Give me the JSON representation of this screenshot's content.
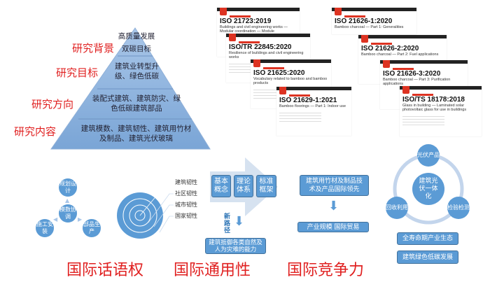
{
  "pyramid": {
    "labels": [
      "研究背景",
      "研究目标",
      "研究方向",
      "研究内容"
    ],
    "tiers": [
      "高质量发展",
      "双碳目标",
      "建筑业转型升级、绿色低碳",
      "装配式建筑、建筑防灾、绿色低碳建筑部品",
      "建筑模数、建筑韧性、建筑用竹材及制品、建筑光伏玻璃"
    ]
  },
  "standards": [
    {
      "id": "ISO 21723:2019",
      "title": "Buildings and civil engineering works — Modular coordination — Module"
    },
    {
      "id": "ISO/TR 22845:2020",
      "title": "Resilience of buildings and civil engineering works"
    },
    {
      "id": "ISO 21625:2020",
      "title": "Vocabulary related to bamboo and bamboo products"
    },
    {
      "id": "ISO 21629-1:2021",
      "title": "Bamboo floorings — Part 1: Indoor use"
    },
    {
      "id": "ISO 21626-1:2020",
      "title": "Bamboo charcoal — Part 1: Generalities"
    },
    {
      "id": "ISO 21626-2:2020",
      "title": "Bamboo charcoal — Part 2: Fuel applications"
    },
    {
      "id": "ISO 21626-3:2020",
      "title": "Bamboo charcoal — Part 3: Purification applications"
    },
    {
      "id": "ISO/TS 18178:2018",
      "title": "Glass in building — Laminated solar photovoltaic glass for use in buildings"
    }
  ],
  "discourse": {
    "title": "国际话语权",
    "center": "模数协调",
    "nodes": [
      "规划设计",
      "部品生产",
      "施工安装"
    ]
  },
  "resilience": {
    "levels": [
      "建筑韧性",
      "社区韧性",
      "城市韧性",
      "国家韧性"
    ]
  },
  "universality": {
    "title": "国际通用性",
    "steps": [
      "基本概念",
      "理论体系",
      "标准框架"
    ],
    "path": "新路径",
    "result": "建筑抵御各类自然及人为灾难的能力"
  },
  "competitiveness": {
    "title": "国际竞争力",
    "lead": "建筑用竹材及制品技术及产品国际领先",
    "result": "产业规模 国际贸易"
  },
  "pv": {
    "center": "建筑光伏一体化",
    "nodes": [
      "光伏产品",
      "检验检测",
      "回收利用"
    ],
    "outcomes": [
      "全寿命期产业生态",
      "建筑绿色低碳发展"
    ]
  }
}
